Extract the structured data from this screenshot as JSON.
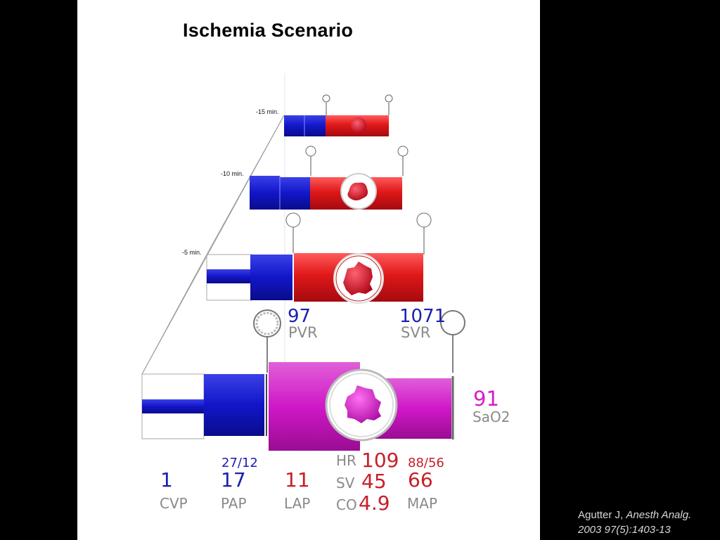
{
  "title": "Ischemia Scenario",
  "time_labels": [
    "-15 min.",
    "-10 min.",
    "-5 min."
  ],
  "pvr": {
    "value": "97",
    "label": "PVR"
  },
  "svr": {
    "value": "1071",
    "label": "SVR"
  },
  "sao2": {
    "value": "91",
    "label": "SaO2"
  },
  "cvp": {
    "value": "1",
    "label": "CVP"
  },
  "pap": {
    "sub": "27/12",
    "value": "17",
    "label": "PAP"
  },
  "lap": {
    "value": "11",
    "label": "LAP"
  },
  "hr": {
    "label": "HR",
    "value": "109"
  },
  "sv": {
    "label": "SV",
    "value": "45"
  },
  "co": {
    "label": "CO",
    "value": "4.9"
  },
  "map": {
    "sub": "88/56",
    "value": "66",
    "label": "MAP"
  },
  "citation": {
    "author": "Agutter J,",
    "journal": "Anesth Analg.",
    "ref": "2003  97(5):1403-13"
  },
  "colors": {
    "blue": "#1a1fb0",
    "red": "#c81e28",
    "magenta": "#d61ec8"
  }
}
